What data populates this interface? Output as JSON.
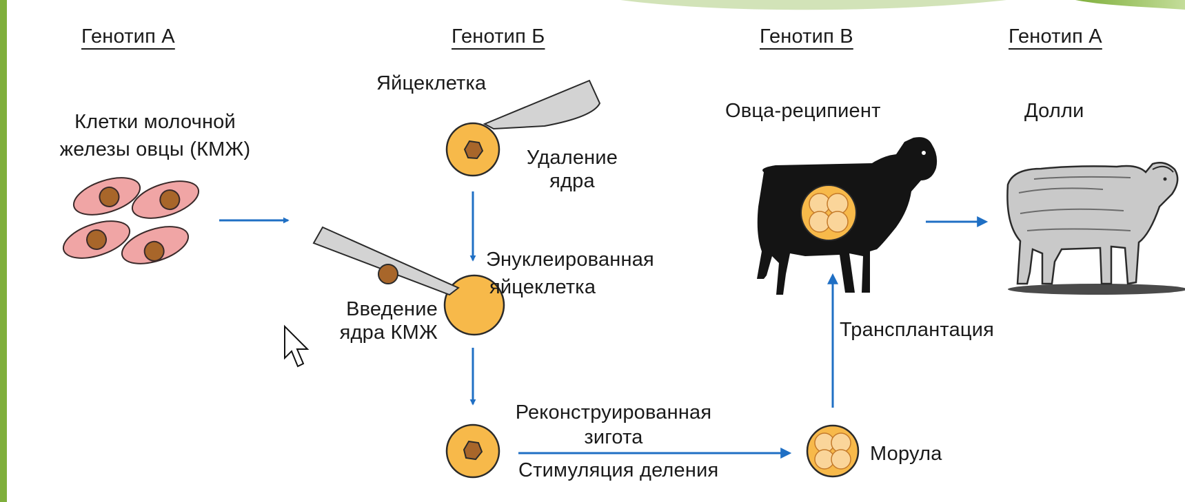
{
  "genotypes": {
    "g1": "Генотип А",
    "g2": "Генотип Б",
    "g3": "Генотип В",
    "g4": "Генотип А"
  },
  "labels": {
    "mammary_cells_line1": "Клетки молочной",
    "mammary_cells_line2": "железы овцы (КМЖ)",
    "egg_cell": "Яйцеклетка",
    "nucleus_removal_line1": "Удаление",
    "nucleus_removal_line2": "ядра",
    "enucleated_line1": "Энуклеированная",
    "enucleated_line2": "яйцеклетка",
    "injection_line1": "Введение",
    "injection_line2": "ядра КМЖ",
    "reconstructed_line1": "Реконструированная",
    "reconstructed_line2": "зигота",
    "stimulation": "Стимуляция деления",
    "morula": "Морула",
    "transplantation": "Трансплантация",
    "recipient_sheep": "Овца-реципиент",
    "dolly": "Долли"
  },
  "colors": {
    "arrow": "#1f6fc4",
    "egg_fill": "#f7b94a",
    "egg_stroke": "#2a2a2a",
    "nucleus": "#a8662a",
    "cell_fill": "#f0a5a5",
    "pipette": "#d3d3d3",
    "frame_green": "#7faf3c",
    "recipient_sheep": "#141414",
    "dolly_fill": "#c9c9c9"
  },
  "icons": {
    "cursor": "mouse-pointer-icon"
  }
}
